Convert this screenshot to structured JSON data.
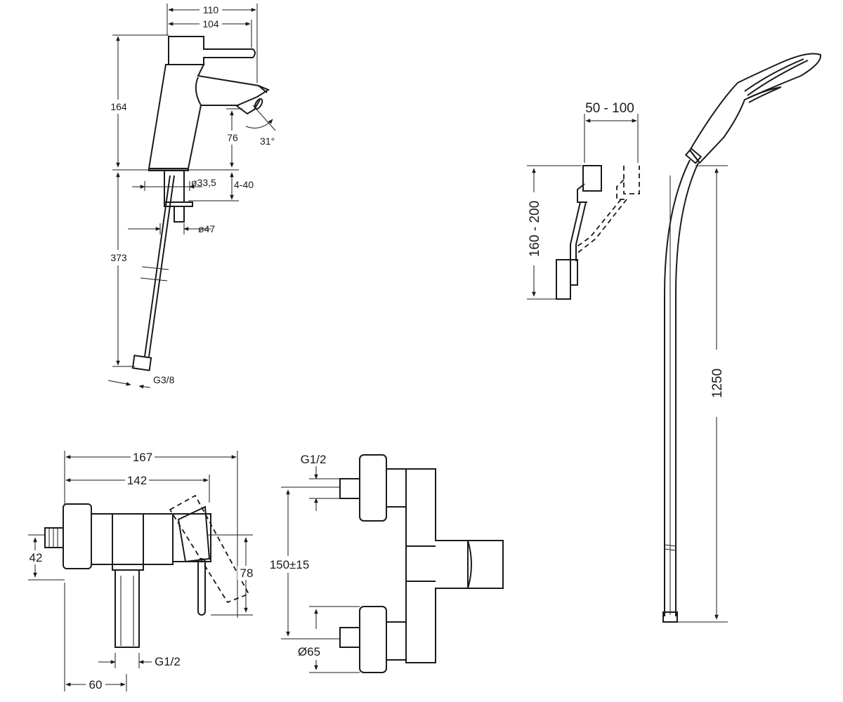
{
  "faucet": {
    "width_overall": "110",
    "width_lever": "104",
    "height_total": "164",
    "spout_height": "76",
    "spout_angle": "31°",
    "body_diameter": "ø33,5",
    "deck_thickness": "4-40",
    "nut_diameter": "ø47",
    "hose_length": "373",
    "hose_thread": "G3/8"
  },
  "wall_mixer_side": {
    "width_overall": "167",
    "width_lever": "142",
    "body_height": "42",
    "lever_height": "78",
    "thread": "G1/2",
    "projection": "60"
  },
  "wall_mixer_front": {
    "thread": "G1/2",
    "centers": "150±15",
    "rosette_diameter": "Ø65"
  },
  "holder": {
    "adjust_range": "50 - 100",
    "height_range": "160 - 200"
  },
  "shower": {
    "hose_length": "1250"
  }
}
